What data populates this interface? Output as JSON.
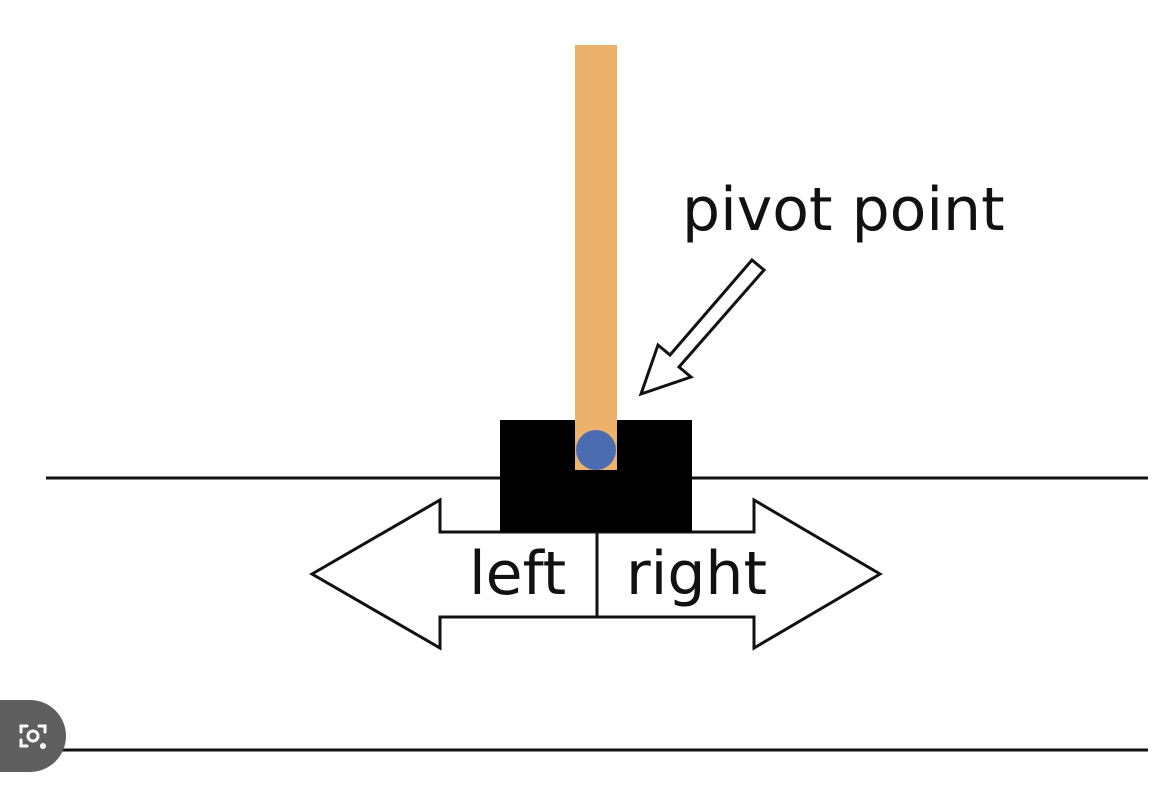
{
  "labels": {
    "pivot": "pivot point",
    "left": "left",
    "right": "right"
  },
  "colors": {
    "pole": "#ECB16A",
    "cart": "#000000",
    "pivot": "#4C6CB2",
    "lines": "#111111",
    "lens_button": "#5f5f5f"
  },
  "icons": {
    "lens": "camera-lens-icon"
  }
}
